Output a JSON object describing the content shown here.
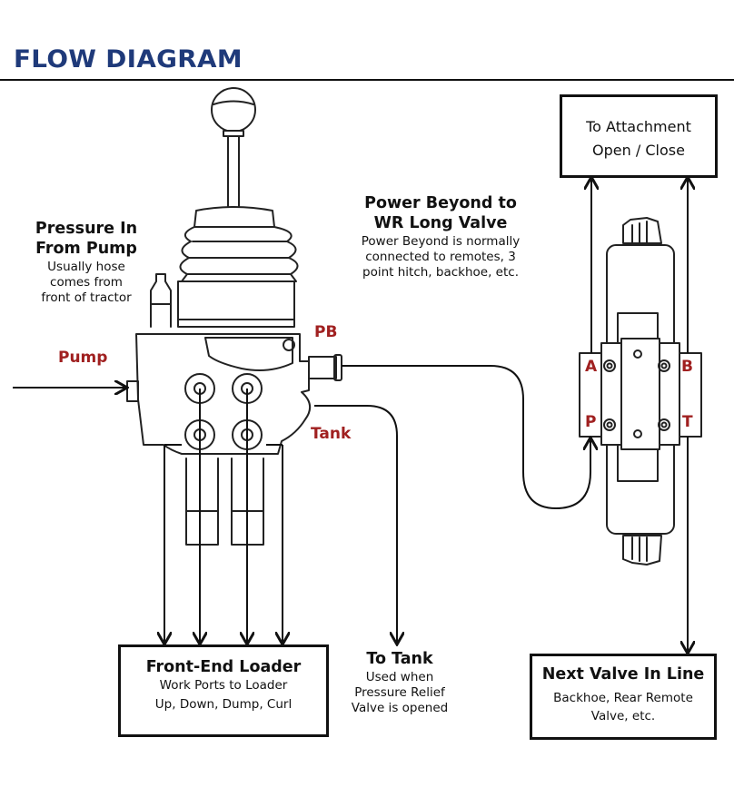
{
  "title": "FLOW DIAGRAM",
  "colors": {
    "title": "#1f3a7a",
    "port_label": "#a02020",
    "line": "#111111"
  },
  "labels": {
    "pressure_in": {
      "heading": [
        "Pressure In",
        "From Pump"
      ],
      "body": [
        "Usually hose",
        "comes from",
        "front of tractor"
      ]
    },
    "power_beyond": {
      "heading": [
        "Power Beyond to",
        "WR Long Valve"
      ],
      "body": [
        "Power Beyond is normally",
        "connected to remotes, 3",
        "point hitch, backhoe, etc."
      ]
    },
    "to_tank": {
      "heading": "To Tank",
      "body": [
        "Used when",
        "Pressure Relief",
        "Valve is opened"
      ]
    }
  },
  "ports": {
    "pump": "Pump",
    "pb": "PB",
    "tank": "Tank",
    "a": "A",
    "b": "B",
    "p": "P",
    "t": "T"
  },
  "boxes": {
    "attachment": {
      "lines": [
        "To  Attachment",
        "Open / Close"
      ]
    },
    "front_end_loader": {
      "heading": "Front-End Loader",
      "body": [
        "Work Ports to Loader",
        "Up, Down, Dump, Curl"
      ]
    },
    "next_valve": {
      "heading": "Next Valve In Line",
      "body": [
        "Backhoe, Rear Remote",
        "Valve, etc."
      ]
    }
  }
}
